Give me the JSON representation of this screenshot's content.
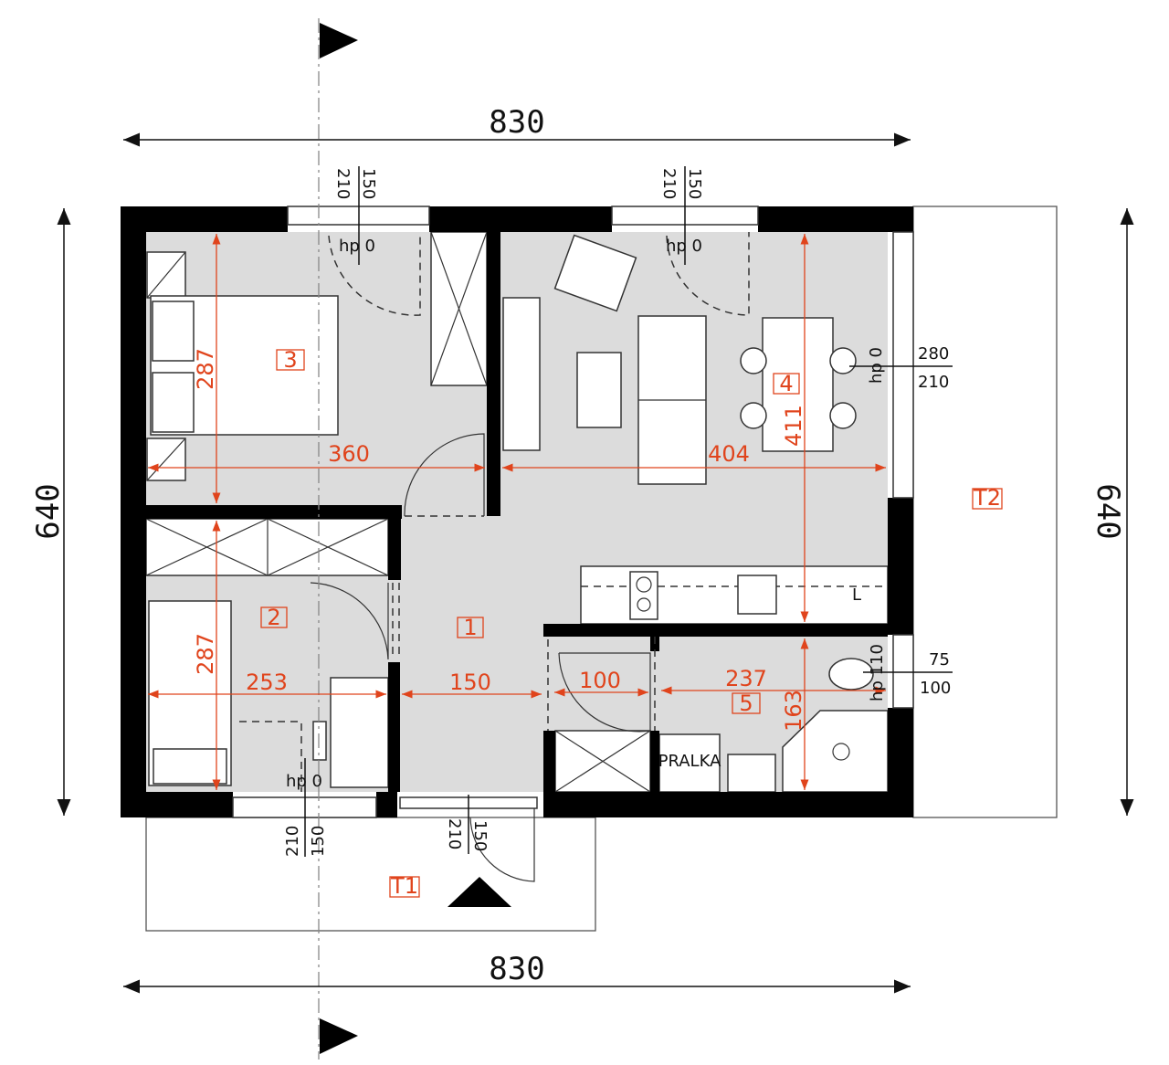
{
  "dimensions": {
    "overall_width_top": "830",
    "overall_width_bottom": "830",
    "overall_depth_left": "640",
    "overall_depth_right": "640"
  },
  "rooms": [
    {
      "id": "1",
      "width": "150"
    },
    {
      "id": "2",
      "width": "253",
      "depth": "287"
    },
    {
      "id": "3",
      "width": "360",
      "depth": "287"
    },
    {
      "id": "4",
      "width": "404",
      "depth": "411"
    },
    {
      "id": "5",
      "width": "237",
      "depth": "163",
      "door_width": "100"
    }
  ],
  "terraces": [
    "T1",
    "T2"
  ],
  "windows": {
    "bedroom3": {
      "height": "210",
      "width": "150",
      "sill": "hp 0"
    },
    "living4_top": {
      "height": "210",
      "width": "150",
      "sill": "hp 0"
    },
    "living4_side": {
      "width": "280",
      "height": "210",
      "sill": "hp 0"
    },
    "bath5": {
      "width": "75",
      "height": "100",
      "sill": "hp 110"
    },
    "room2": {
      "height": "210",
      "width": "150",
      "sill": "hp 0"
    },
    "entrance": {
      "height": "210",
      "width": "150"
    }
  },
  "labels": {
    "washer": "PRALKA",
    "fridge": "L"
  },
  "colors": {
    "dimension": "#e0441c",
    "wall": "#000000",
    "floor": "#dcdcdc"
  }
}
